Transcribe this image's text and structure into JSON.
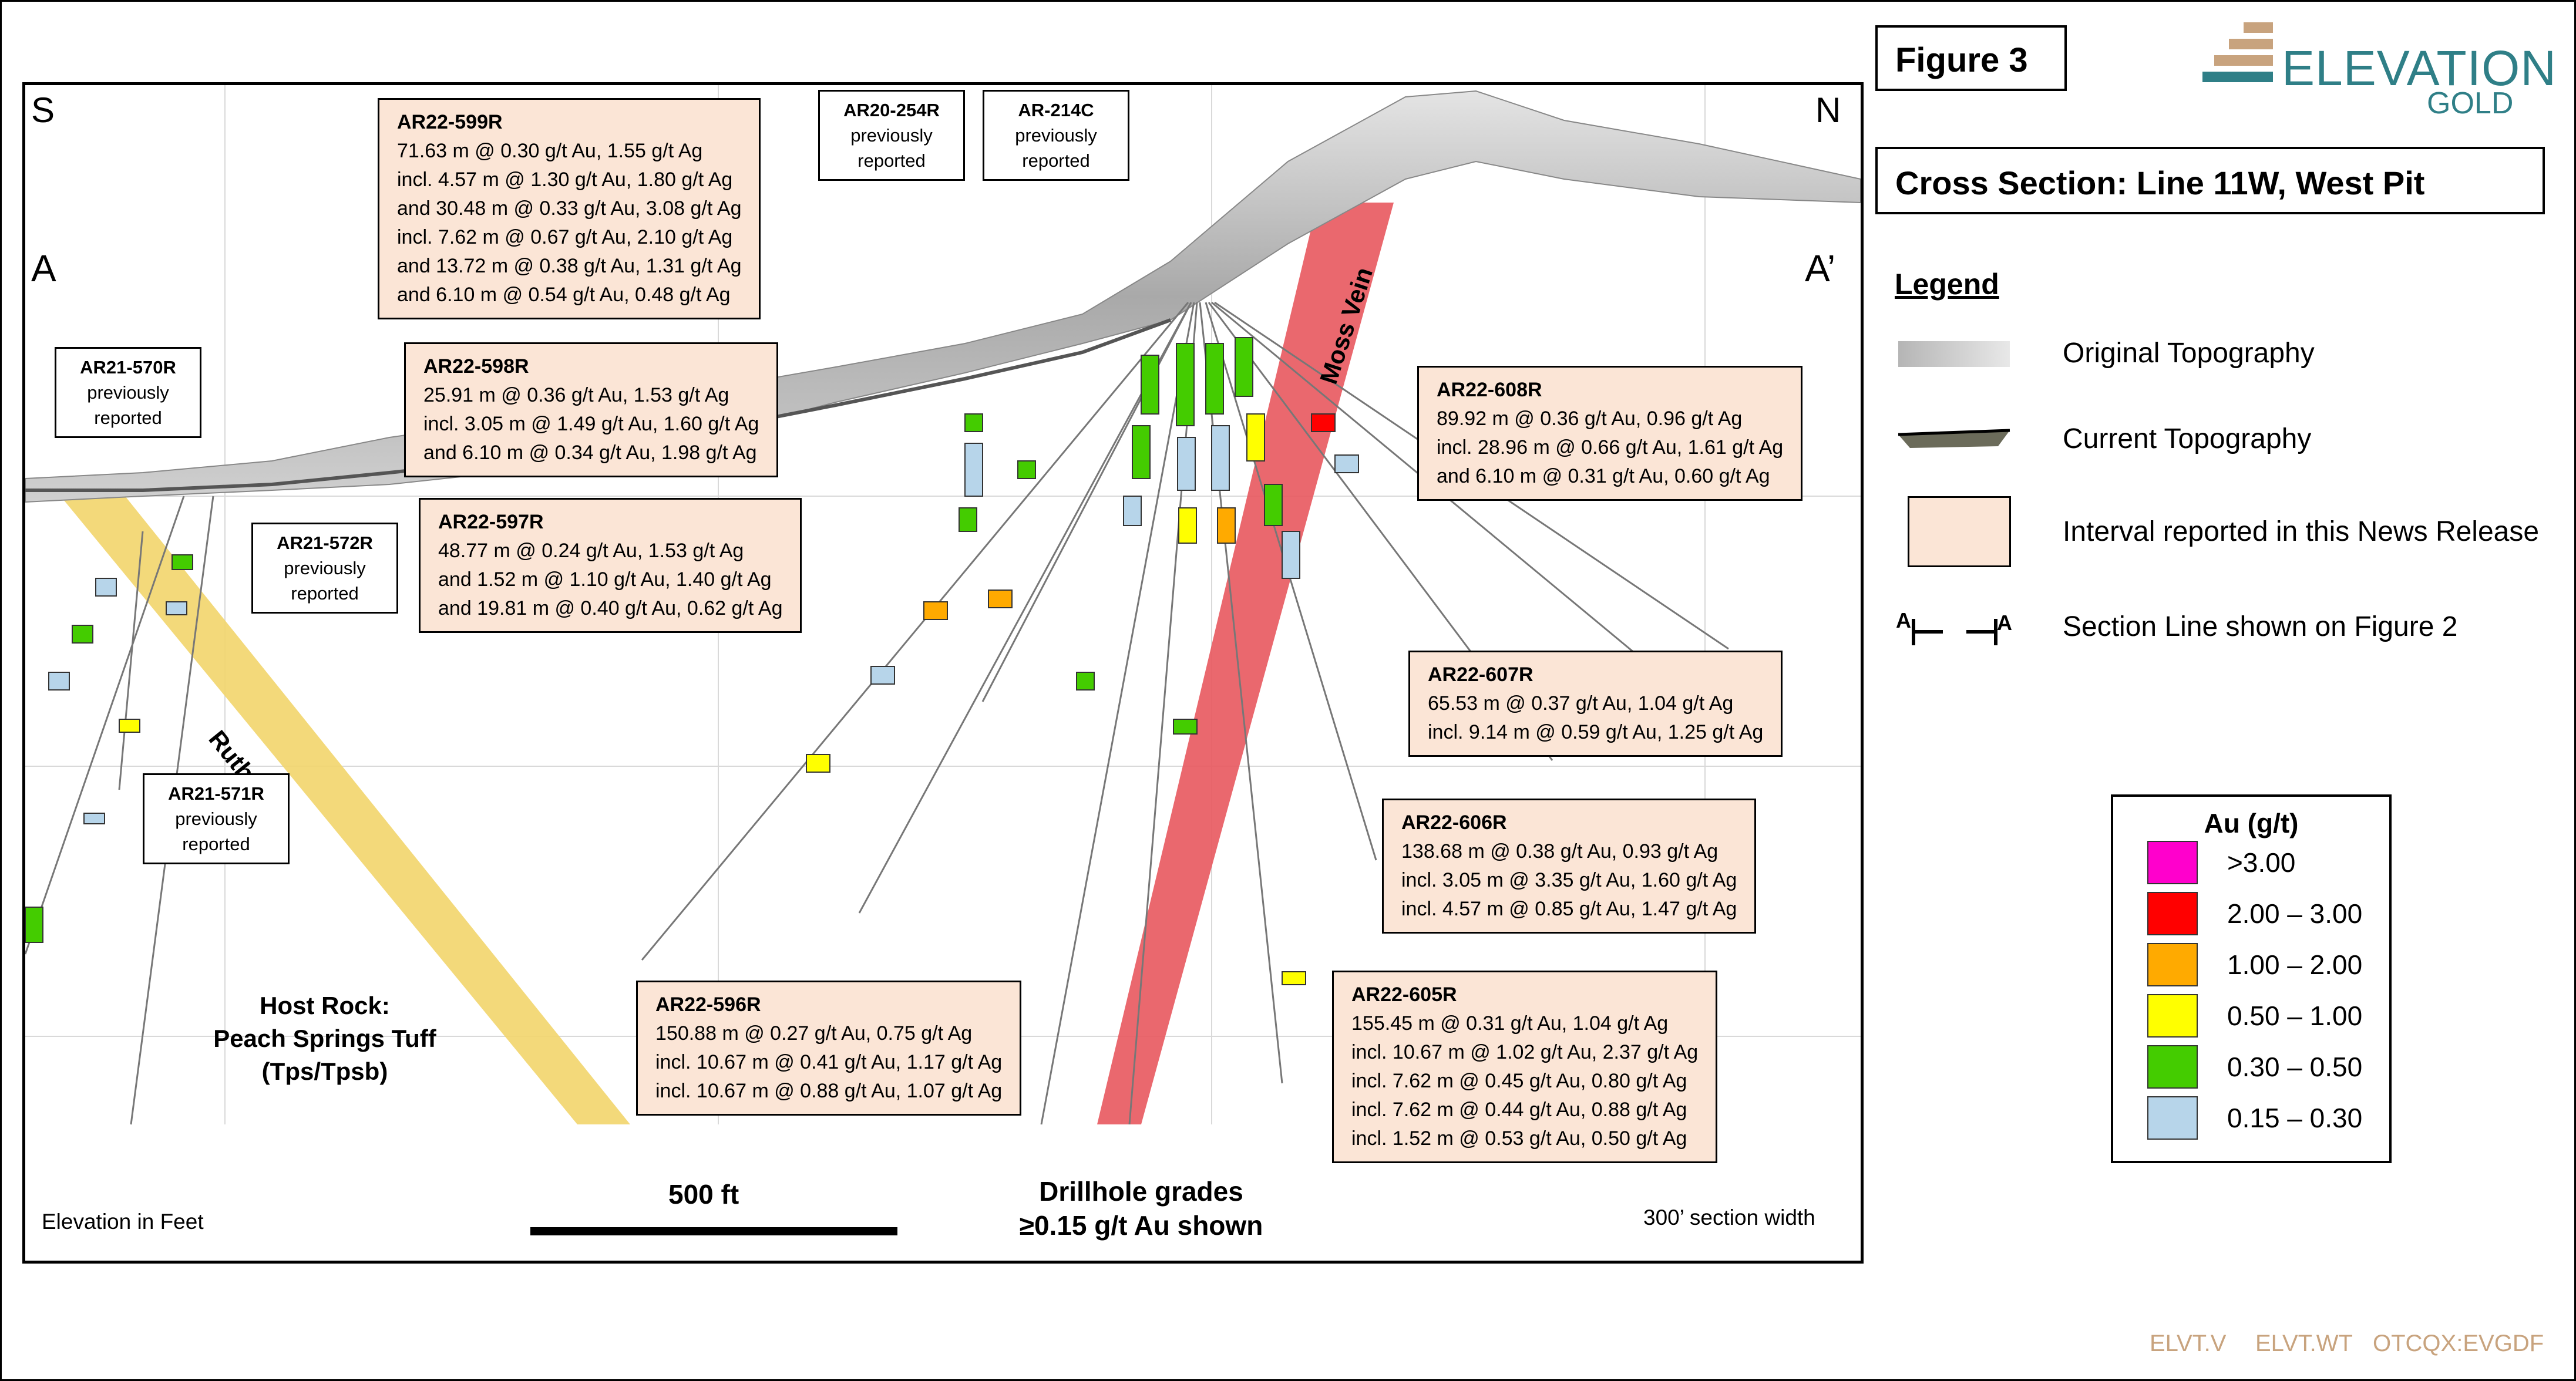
{
  "figure_label": "Figure 3",
  "section_title": "Cross Section: Line 11W, West Pit",
  "logo": {
    "word1": "ELEVATION",
    "word2": "GOLD",
    "color": "#2f7f87",
    "bar_color": "#c8a37e"
  },
  "section_ends": {
    "left_direction": "S",
    "right_direction": "N",
    "left_label": "A",
    "right_label": "A’"
  },
  "veins": {
    "ruth": "Ruth Vein",
    "moss": "Moss Vein",
    "ruth_color": "#f2d56b",
    "moss_color": "#e8585e"
  },
  "host_rock": {
    "line1": "Host Rock:",
    "line2": "Peach Springs Tuff",
    "line3": "(Tps/Tpsb)"
  },
  "footer": {
    "elevation": "Elevation in Feet",
    "scale_label": "500 ft",
    "grades_line1": "Drillhole grades",
    "grades_line2": "≥0.15 g/t Au shown",
    "section_width": "300’ section width"
  },
  "intervals": {
    "ar22_599r": {
      "hole": "AR22-599R",
      "lines": [
        "71.63 m @ 0.30 g/t Au, 1.55 g/t Ag",
        "incl. 4.57 m @ 1.30 g/t Au, 1.80 g/t Ag",
        "and 30.48 m @ 0.33 g/t Au, 3.08 g/t Ag",
        "incl. 7.62 m @ 0.67 g/t Au, 2.10 g/t Ag",
        "and 13.72 m @ 0.38 g/t Au, 1.31 g/t Ag",
        "and 6.10 m @ 0.54 g/t Au, 0.48 g/t Ag"
      ]
    },
    "ar22_598r": {
      "hole": "AR22-598R",
      "lines": [
        "25.91 m @ 0.36 g/t Au, 1.53 g/t Ag",
        "incl. 3.05 m @ 1.49 g/t Au, 1.60 g/t Ag",
        "and 6.10 m @ 0.34 g/t Au, 1.98 g/t Ag"
      ]
    },
    "ar22_597r": {
      "hole": "AR22-597R",
      "lines": [
        "48.77 m @ 0.24 g/t Au, 1.53 g/t Ag",
        "and 1.52 m @ 1.10 g/t Au, 1.40 g/t Ag",
        "and 19.81 m @ 0.40 g/t Au, 0.62 g/t Ag"
      ]
    },
    "ar22_596r": {
      "hole": "AR22-596R",
      "lines": [
        "150.88 m @ 0.27 g/t Au, 0.75 g/t Ag",
        "incl. 10.67 m @ 0.41 g/t Au, 1.17 g/t Ag",
        "incl. 10.67 m @  0.88 g/t Au, 1.07 g/t Ag"
      ]
    },
    "ar22_608r": {
      "hole": "AR22-608R",
      "lines": [
        "89.92 m @ 0.36 g/t Au, 0.96 g/t Ag",
        "incl. 28.96 m @ 0.66 g/t Au, 1.61 g/t Ag",
        "and 6.10 m @ 0.31 g/t Au, 0.60 g/t Ag"
      ]
    },
    "ar22_607r": {
      "hole": "AR22-607R",
      "lines": [
        "65.53 m @ 0.37 g/t Au, 1.04 g/t Ag",
        "incl. 9.14 m @ 0.59 g/t Au, 1.25 g/t Ag"
      ]
    },
    "ar22_606r": {
      "hole": "AR22-606R",
      "lines": [
        "138.68 m @ 0.38 g/t Au, 0.93 g/t Ag",
        "incl. 3.05 m @ 3.35 g/t Au, 1.60 g/t Ag",
        "incl. 4.57 m @ 0.85 g/t Au, 1.47 g/t Ag"
      ]
    },
    "ar22_605r": {
      "hole": "AR22-605R",
      "lines": [
        "155.45 m @ 0.31 g/t Au, 1.04 g/t Ag",
        "incl. 10.67 m @ 1.02 g/t Au, 2.37 g/t Ag",
        "incl. 7.62 m @ 0.45 g/t Au, 0.80 g/t Ag",
        "incl. 7.62 m @ 0.44 g/t Au, 0.88 g/t Ag",
        "incl. 1.52 m @ 0.53 g/t Au, 0.50 g/t Ag"
      ]
    }
  },
  "previously_reported": {
    "note": "previously reported",
    "holes": {
      "ar20_254r": "AR20-254R",
      "ar_214c": "AR-214C",
      "ar21_570r": "AR21-570R",
      "ar21_572r": "AR21-572R",
      "ar21_571r": "AR21-571R"
    }
  },
  "legend": {
    "title": "Legend",
    "original_topography": "Original Topography",
    "current_topography": "Current Topography",
    "interval_reported": "Interval reported in this News Release",
    "section_line": "Section Line shown on Figure 2",
    "section_symbol_left": "A",
    "section_symbol_right": "A"
  },
  "grade_legend": {
    "title": "Au (g/t)",
    "items": [
      {
        "label": ">3.00",
        "color": "#ff00cc"
      },
      {
        "label": "2.00 – 3.00",
        "color": "#ff0000"
      },
      {
        "label": "1.00 – 2.00",
        "color": "#ffaa00"
      },
      {
        "label": "0.50 – 1.00",
        "color": "#ffff00"
      },
      {
        "label": "0.30 – 0.50",
        "color": "#44cc00"
      },
      {
        "label": "0.15 – 0.30",
        "color": "#b7d5ea"
      }
    ]
  },
  "tickers": [
    "ELVT.V",
    "ELVT.WT",
    "OTCQX:EVGDF"
  ]
}
